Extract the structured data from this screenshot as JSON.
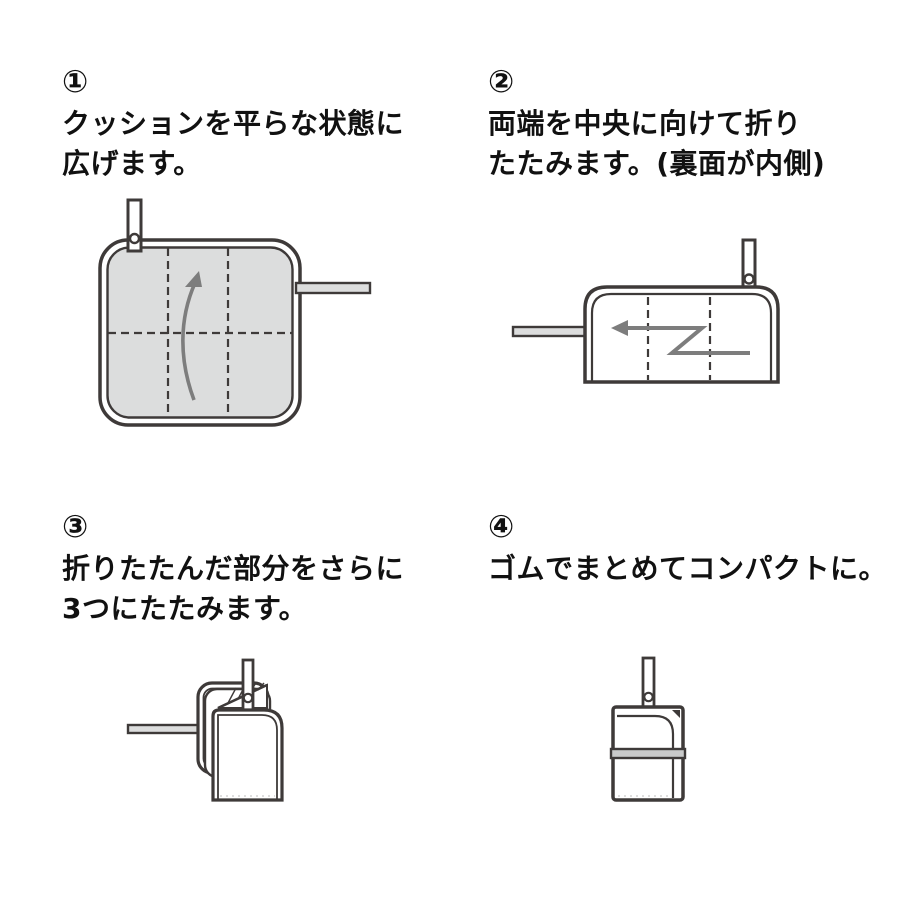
{
  "colors": {
    "line": "#3e3a39",
    "gray": "#dcdddd",
    "arrow": "#7d7d7d",
    "band": "#c9caca",
    "text": "#111111",
    "background": "#ffffff"
  },
  "steps": [
    {
      "number": "①",
      "lines": [
        "クッションを平らな状態に",
        "広げます。"
      ],
      "figure": "cushion-spread-flat-diagram"
    },
    {
      "number": "②",
      "lines": [
        "両端を中央に向けて折り",
        "たたみます。(裏面が内側)"
      ],
      "figure": "ends-folded-to-center-diagram"
    },
    {
      "number": "③",
      "lines": [
        "折りたたんだ部分をさらに",
        "3つにたたみます。"
      ],
      "figure": "folded-into-thirds-diagram"
    },
    {
      "number": "④",
      "lines": [
        "ゴムでまとめてコンパクトに。"
      ],
      "figure": "banded-compact-diagram"
    }
  ]
}
